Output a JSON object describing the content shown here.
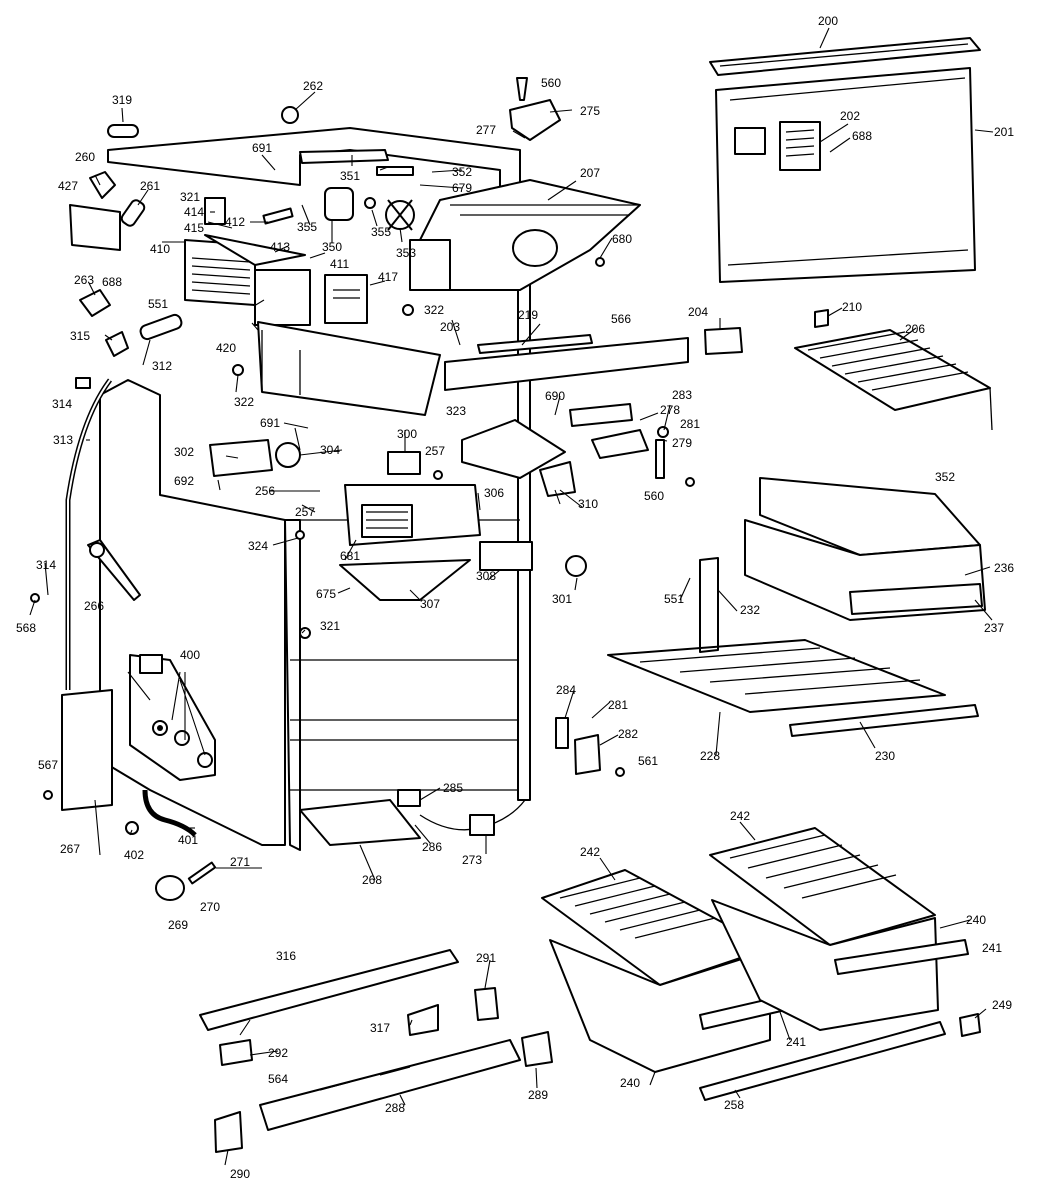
{
  "diagram": {
    "labels": {
      "200": "200",
      "201": "201",
      "202": "202",
      "203": "203",
      "204": "204",
      "206": "206",
      "207": "207",
      "210": "210",
      "219": "219",
      "228": "228",
      "230": "230",
      "232": "232",
      "236": "236",
      "237": "237",
      "240a": "240",
      "240b": "240",
      "241a": "241",
      "241b": "241",
      "242a": "242",
      "242b": "242",
      "249": "249",
      "256": "256",
      "257a": "257",
      "257b": "257",
      "258": "258",
      "260": "260",
      "261": "261",
      "262": "262",
      "263": "263",
      "266": "266",
      "267": "267",
      "268": "268",
      "269": "269",
      "270": "270",
      "271": "271",
      "273": "273",
      "275": "275",
      "277": "277",
      "278": "278",
      "279": "279",
      "281a": "281",
      "281b": "281",
      "282": "282",
      "283": "283",
      "284": "284",
      "285": "285",
      "286": "286",
      "288": "288",
      "289": "289",
      "290": "290",
      "291": "291",
      "292": "292",
      "300": "300",
      "301": "301",
      "302": "302",
      "304": "304",
      "306": "306",
      "307": "307",
      "308": "308",
      "310": "310",
      "312": "312",
      "313": "313",
      "314a": "314",
      "314b": "314",
      "315": "315",
      "316": "316",
      "317": "317",
      "319": "319",
      "321a": "321",
      "321b": "321",
      "322a": "322",
      "322b": "322",
      "323": "323",
      "324": "324",
      "350": "350",
      "351": "351",
      "352a": "352",
      "352b": "352",
      "353": "353",
      "355a": "355",
      "355b": "355",
      "400": "400",
      "401": "401",
      "402": "402",
      "410": "410",
      "411": "411",
      "412": "412",
      "413": "413",
      "414": "414",
      "415": "415",
      "417": "417",
      "420": "420",
      "427": "427",
      "551a": "551",
      "551b": "551",
      "560a": "560",
      "560b": "560",
      "561": "561",
      "564": "564",
      "566": "566",
      "567": "567",
      "568": "568",
      "675": "675",
      "679": "679",
      "680": "680",
      "681": "681",
      "688a": "688",
      "688b": "688",
      "690": "690",
      "691a": "691",
      "691b": "691",
      "692": "692"
    }
  }
}
